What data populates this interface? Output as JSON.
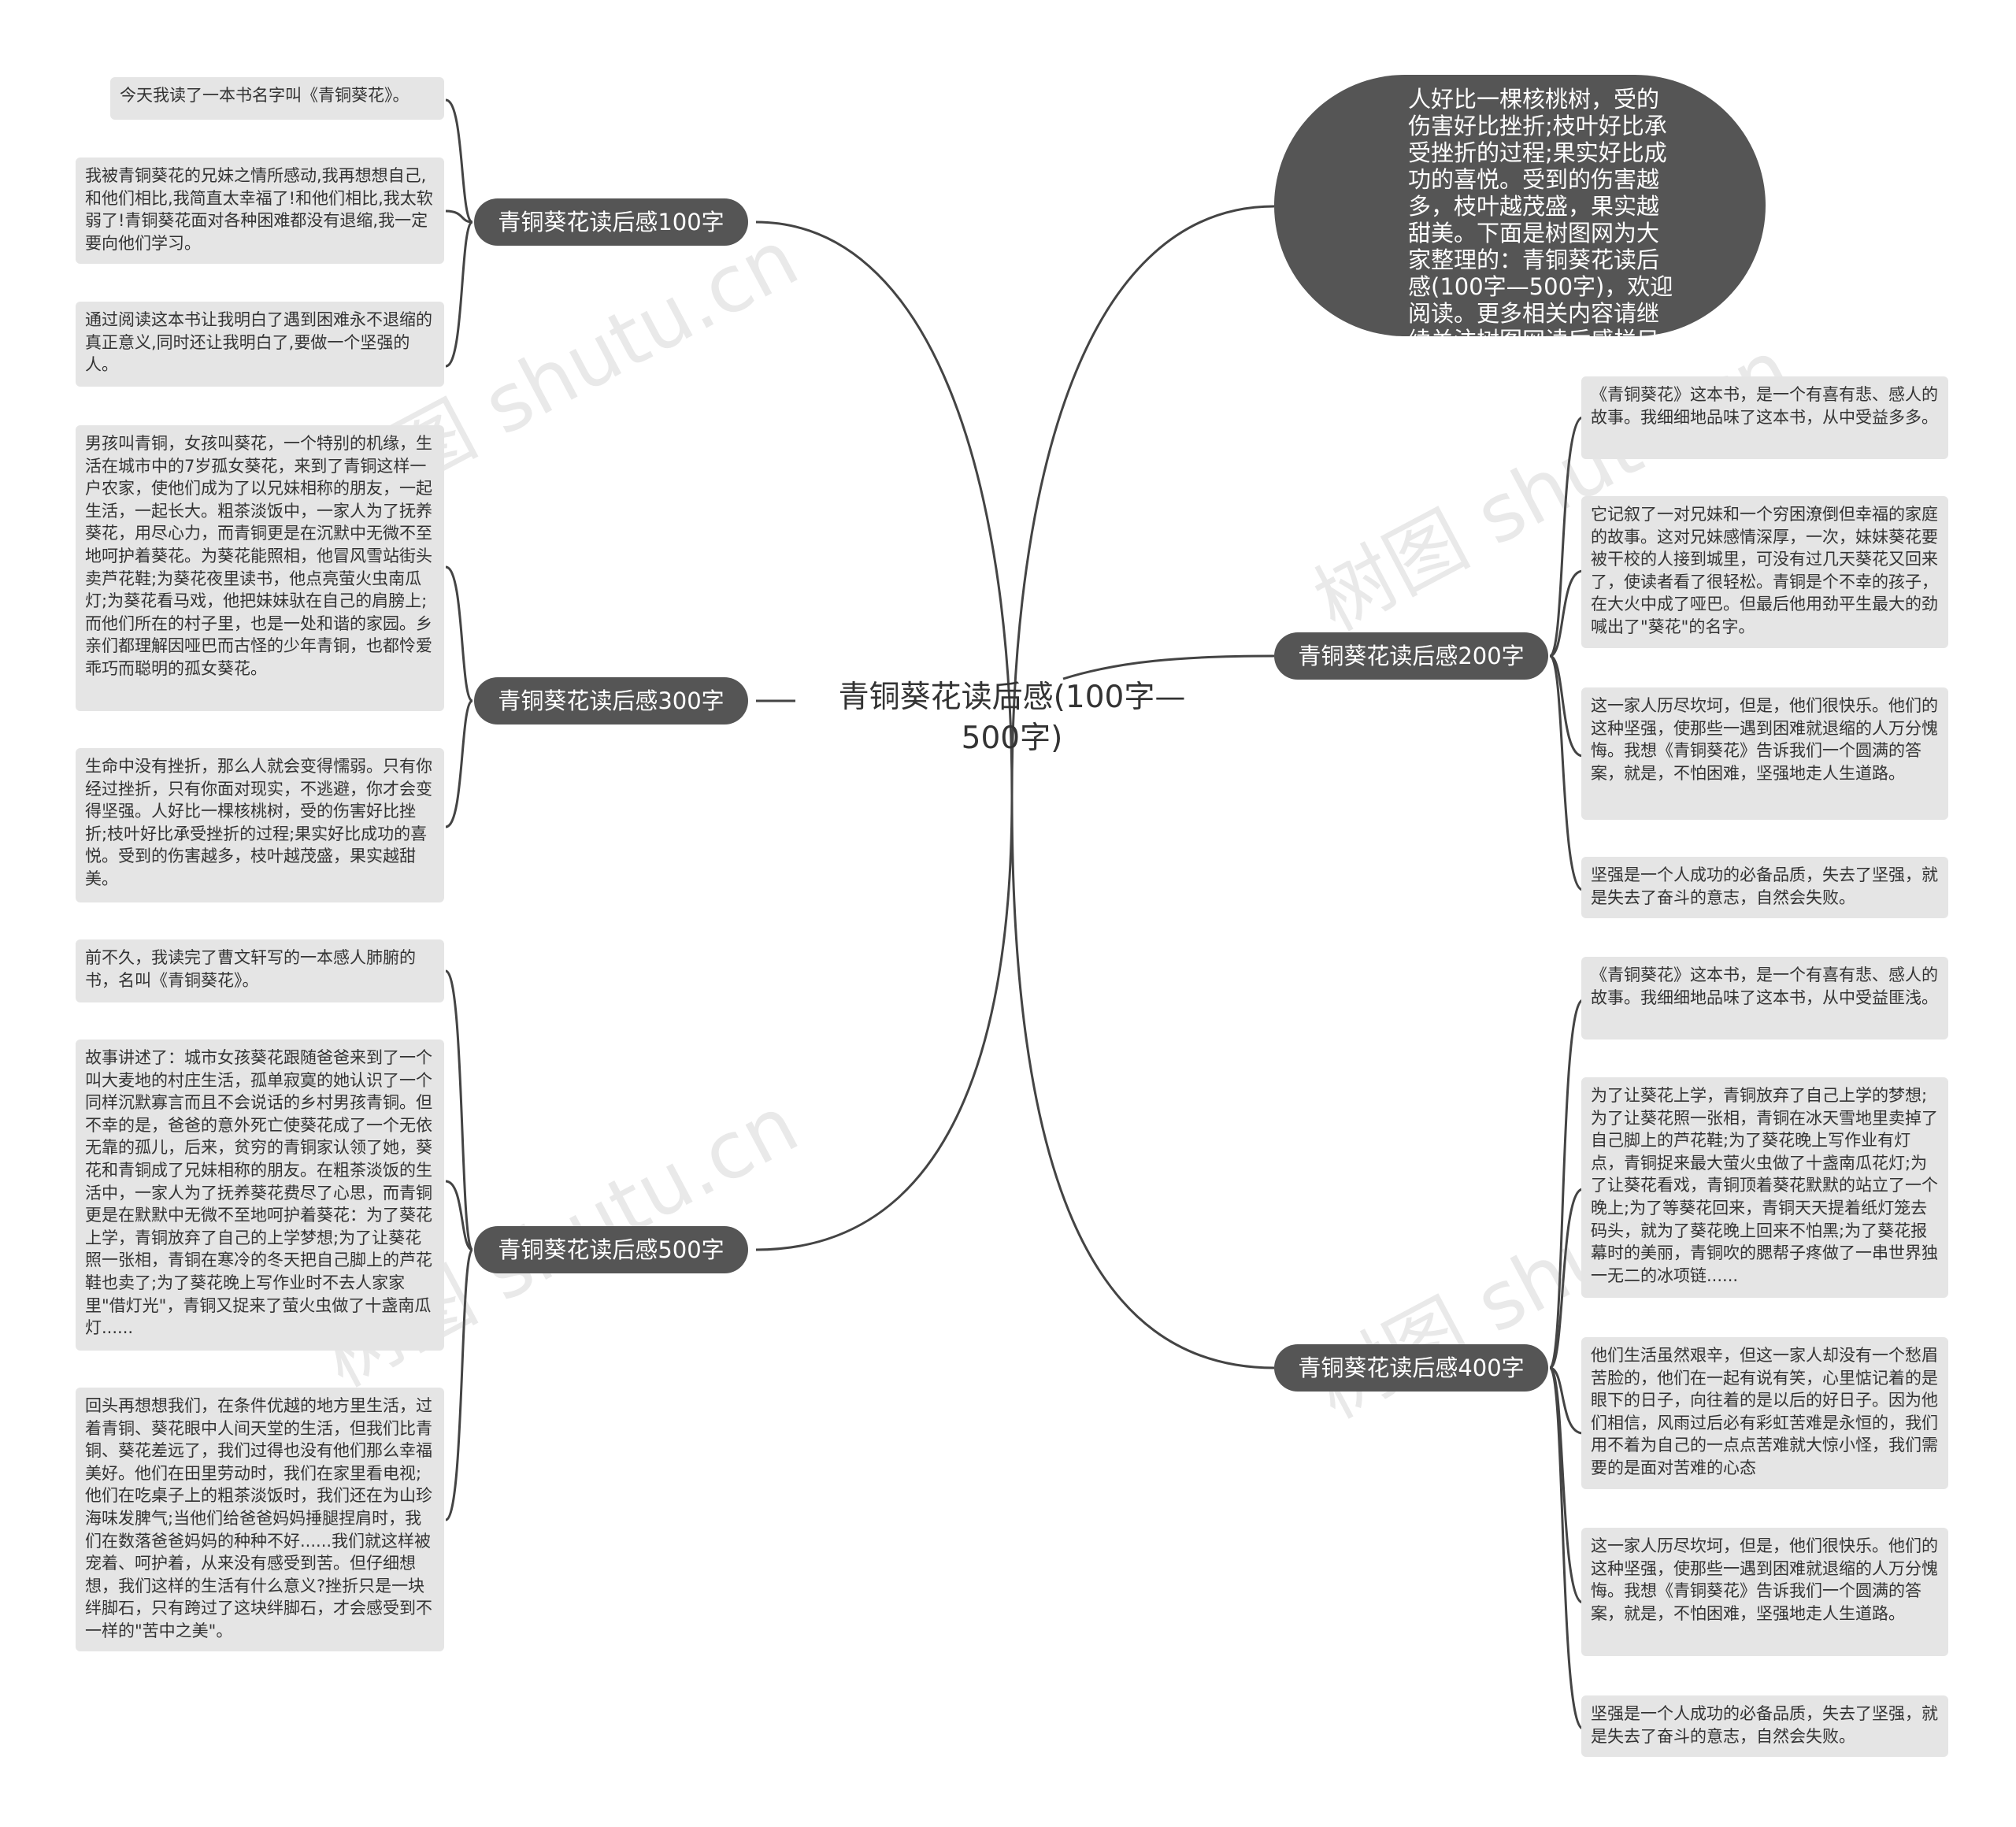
{
  "watermark": "树图 shutu.cn",
  "root": "青铜葵花读后感(100字—500字)",
  "intro": "人好比一棵核桃树，受的伤害好比挫折;枝叶好比承受挫折的过程;果实好比成功的喜悦。受到的伤害越多，枝叶越茂盛，果实越甜美。下面是树图网为大家整理的：青铜葵花读后感(100字—500字)，欢迎阅读。更多相关内容请继续关注树图网读后感栏目",
  "branches": {
    "b100": "青铜葵花读后感100字",
    "b300": "青铜葵花读后感300字",
    "b500": "青铜葵花读后感500字",
    "b200": "青铜葵花读后感200字",
    "b400": "青铜葵花读后感400字"
  },
  "leaves": {
    "b100": [
      "今天我读了一本书名字叫《青铜葵花》。",
      "我被青铜葵花的兄妹之情所感动,我再想想自己,和他们相比,我简直太幸福了!和他们相比,我太软弱了!青铜葵花面对各种困难都没有退缩,我一定要向他们学习。",
      "通过阅读这本书让我明白了遇到困难永不退缩的真正意义,同时还让我明白了,要做一个坚强的人。"
    ],
    "b300": [
      "男孩叫青铜，女孩叫葵花，一个特别的机缘，生活在城市中的7岁孤女葵花，来到了青铜这样一户农家，使他们成为了以兄妹相称的朋友，一起生活，一起长大。粗茶淡饭中，一家人为了抚养葵花，用尽心力，而青铜更是在沉默中无微不至地呵护着葵花。为葵花能照相，他冒风雪站街头卖芦花鞋;为葵花夜里读书，他点亮萤火虫南瓜灯;为葵花看马戏，他把妹妹驮在自己的肩膀上;而他们所在的村子里，也是一处和谐的家园。乡亲们都理解因哑巴而古怪的少年青铜，也都怜爱乖巧而聪明的孤女葵花。",
      "生命中没有挫折，那么人就会变得懦弱。只有你经过挫折，只有你面对现实，不逃避，你才会变得坚强。人好比一棵核桃树，受的伤害好比挫折;枝叶好比承受挫折的过程;果实好比成功的喜悦。受到的伤害越多，枝叶越茂盛，果实越甜美。"
    ],
    "b500": [
      "前不久，我读完了曹文轩写的一本感人肺腑的书，名叫《青铜葵花》。",
      "故事讲述了：城市女孩葵花跟随爸爸来到了一个叫大麦地的村庄生活，孤单寂寞的她认识了一个同样沉默寡言而且不会说话的乡村男孩青铜。但不幸的是，爸爸的意外死亡使葵花成了一个无依无靠的孤儿，后来，贫穷的青铜家认领了她，葵花和青铜成了兄妹相称的朋友。在粗茶淡饭的生活中，一家人为了抚养葵花费尽了心思，而青铜更是在默默中无微不至地呵护着葵花：为了葵花上学，青铜放弃了自己的上学梦想;为了让葵花照一张相，青铜在寒冷的冬天把自己脚上的芦花鞋也卖了;为了葵花晚上写作业时不去人家家里\"借灯光\"，青铜又捉来了萤火虫做了十盏南瓜灯......",
      "回头再想想我们，在条件优越的地方里生活，过着青铜、葵花眼中人间天堂的生活，但我们比青铜、葵花差远了，我们过得也没有他们那么幸福美好。他们在田里劳动时，我们在家里看电视;他们在吃桌子上的粗茶淡饭时，我们还在为山珍海味发脾气;当他们给爸爸妈妈捶腿捏肩时，我们在数落爸爸妈妈的种种不好......我们就这样被宠着、呵护着，从来没有感受到苦。但仔细想想，我们这样的生活有什么意义?挫折只是一块绊脚石，只有跨过了这块绊脚石，才会感受到不一样的\"苦中之美\"。"
    ],
    "b200": [
      "《青铜葵花》这本书，是一个有喜有悲、感人的故事。我细细地品味了这本书，从中受益多多。",
      "它记叙了一对兄妹和一个穷困潦倒但幸福的家庭的故事。这对兄妹感情深厚，一次，妹妹葵花要被干校的人接到城里，可没有过几天葵花又回来了，使读者看了很轻松。青铜是个不幸的孩子，在大火中成了哑巴。但最后他用劲平生最大的劲喊出了\"葵花\"的名字。",
      "这一家人历尽坎坷，但是，他们很快乐。他们的这种坚强，使那些一遇到困难就退缩的人万分愧悔。我想《青铜葵花》告诉我们一个圆满的答案，就是，不怕困难，坚强地走人生道路。",
      "坚强是一个人成功的必备品质，失去了坚强，就是失去了奋斗的意志，自然会失败。"
    ],
    "b400": [
      "《青铜葵花》这本书，是一个有喜有悲、感人的故事。我细细地品味了这本书，从中受益匪浅。",
      "为了让葵花上学，青铜放弃了自己上学的梦想;为了让葵花照一张相，青铜在冰天雪地里卖掉了自己脚上的芦花鞋;为了葵花晚上写作业有灯点，青铜捉来最大萤火虫做了十盏南瓜花灯;为了让葵花看戏，青铜顶着葵花默默的站立了一个晚上;为了等葵花回来，青铜天天提着纸灯笼去码头，就为了葵花晚上回来不怕黑;为了葵花报幕时的美丽，青铜吹的腮帮子疼做了一串世界独一无二的冰项链......",
      "他们生活虽然艰辛，但这一家人却没有一个愁眉苦脸的，他们在一起有说有笑，心里惦记着的是眼下的日子，向往着的是以后的好日子。因为他们相信，风雨过后必有彩虹苦难是永恒的，我们用不着为自己的一点点苦难就大惊小怪，我们需要的是面对苦难的心态",
      "这一家人历尽坎坷，但是，他们很快乐。他们的这种坚强，使那些一遇到困难就退缩的人万分愧悔。我想《青铜葵花》告诉我们一个圆满的答案，就是，不怕困难，坚强地走人生道路。",
      "坚强是一个人成功的必备品质，失去了坚强，就是失去了奋斗的意志，自然会失败。"
    ]
  }
}
